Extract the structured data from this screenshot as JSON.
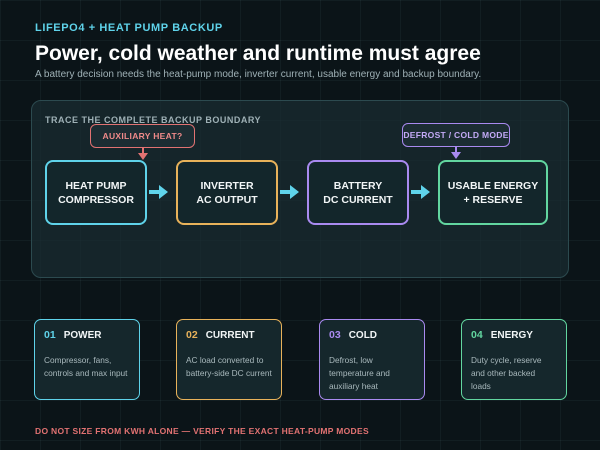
{
  "kicker": "LIFEPO4 + HEAT PUMP BACKUP",
  "title": "Power, cold weather and runtime must agree",
  "subtitle": "A battery decision needs the heat-pump mode, inverter current, usable energy and backup boundary.",
  "panel": {
    "heading": "TRACE THE COMPLETE BACKUP BOUNDARY",
    "callouts": {
      "auxiliary": "AUXILIARY HEAT?",
      "defrost": "DEFROST / COLD MODE"
    },
    "stages": [
      {
        "line1": "HEAT PUMP",
        "line2": "COMPRESSOR",
        "color": "#5fd3ea"
      },
      {
        "line1": "INVERTER",
        "line2": "AC OUTPUT",
        "color": "#e8b25a"
      },
      {
        "line1": "BATTERY",
        "line2": "DC CURRENT",
        "color": "#a98af0"
      },
      {
        "line1": "USABLE ENERGY",
        "line2": "+ RESERVE",
        "color": "#62d6a0"
      }
    ]
  },
  "cards": [
    {
      "num": "01",
      "name": "POWER",
      "desc": "Compressor, fans, controls and max input",
      "color": "#5fd3ea"
    },
    {
      "num": "02",
      "name": "CURRENT",
      "desc": "AC load converted to battery-side DC current",
      "color": "#e8b25a"
    },
    {
      "num": "03",
      "name": "COLD",
      "desc": "Defrost, low temperature and auxiliary heat",
      "color": "#a98af0"
    },
    {
      "num": "04",
      "name": "ENERGY",
      "desc": "Duty cycle, reserve and other backed loads",
      "color": "#62d6a0"
    }
  ],
  "warning": "DO NOT SIZE FROM KWH ALONE — VERIFY THE EXACT HEAT-PUMP MODES",
  "colors": {
    "accent_cyan": "#5fd3ea",
    "accent_amber": "#e8b25a",
    "accent_violet": "#a98af0",
    "accent_green": "#62d6a0",
    "accent_red": "#e27272",
    "background": "#0b1418"
  }
}
